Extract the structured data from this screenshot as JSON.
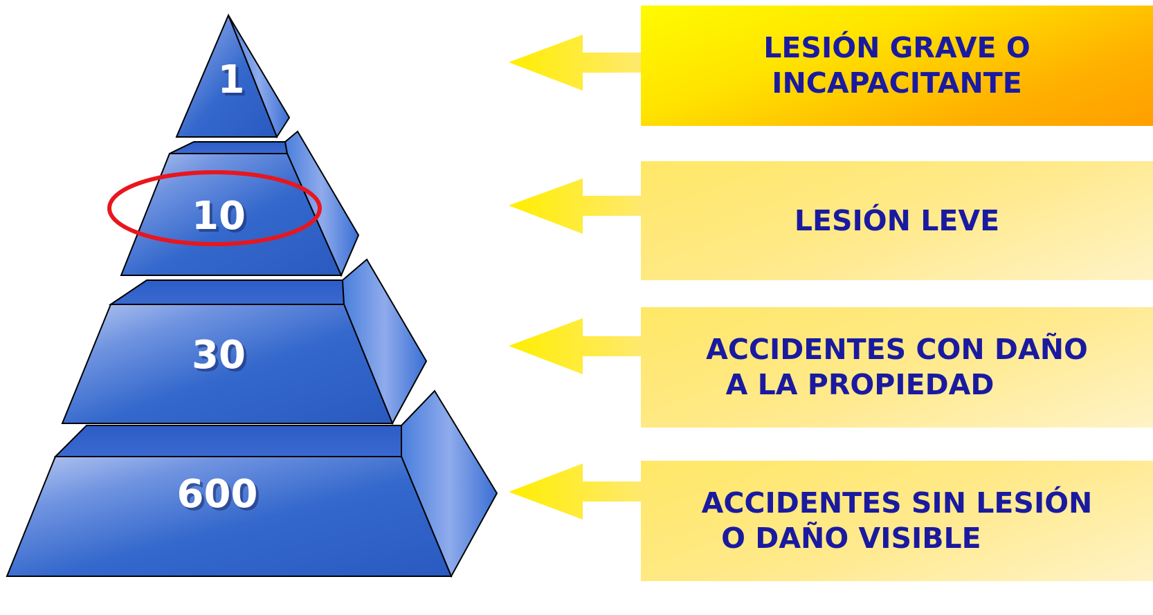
{
  "pyramid": {
    "tiers": [
      {
        "value": "1"
      },
      {
        "value": "10"
      },
      {
        "value": "30"
      },
      {
        "value": "600"
      }
    ],
    "highlighted_tier": "10"
  },
  "labels": [
    {
      "text": "LESIÓN GRAVE O\nINCAPACITANTE"
    },
    {
      "text": "LESIÓN LEVE"
    },
    {
      "text": "ACCIDENTES CON DAÑO\n  A LA PROPIEDAD"
    },
    {
      "text": "ACCIDENTES SIN LESIÓN\n  O DAÑO VISIBLE"
    }
  ],
  "colors": {
    "pyramid_front": "#2f62c8",
    "pyramid_side": "#3f78d8",
    "highlight_ring": "#e8161e",
    "label_text": "#1a1aa0",
    "arrow": "#ffee33",
    "label_top_fill": "#ffb000",
    "label_fill": "#ffe98a"
  }
}
